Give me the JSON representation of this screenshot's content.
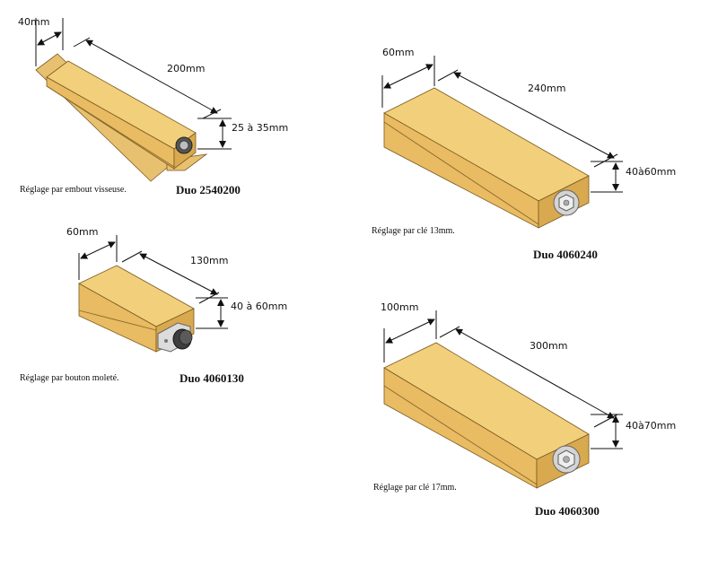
{
  "products": [
    {
      "model": "Duo 2540200",
      "caption": "Réglage par embout visseuse.",
      "dims": {
        "width": "40mm",
        "length": "200mm",
        "height": "25 à 35mm"
      },
      "adjuster": "screwdriver-bit-icon"
    },
    {
      "model": "Duo 4060240",
      "caption": "Réglage par clé 13mm.",
      "dims": {
        "width": "60mm",
        "length": "240mm",
        "height": "40à60mm"
      },
      "adjuster": "hex-bolt-icon"
    },
    {
      "model": "Duo 4060130",
      "caption": "Réglage par bouton moleté.",
      "dims": {
        "width": "60mm",
        "length": "130mm",
        "height": "40 à 60mm"
      },
      "adjuster": "knurled-knob-icon"
    },
    {
      "model": "Duo 4060300",
      "caption": "Réglage par clé 17mm.",
      "dims": {
        "width": "100mm",
        "length": "300mm",
        "height": "40à70mm"
      },
      "adjuster": "hex-bolt-icon"
    }
  ],
  "colors": {
    "top": "#f2cf7a",
    "front": "#e9bb62",
    "side": "#d9a94f",
    "edge": "#7a5a22",
    "metal": "#cfcfcf"
  }
}
